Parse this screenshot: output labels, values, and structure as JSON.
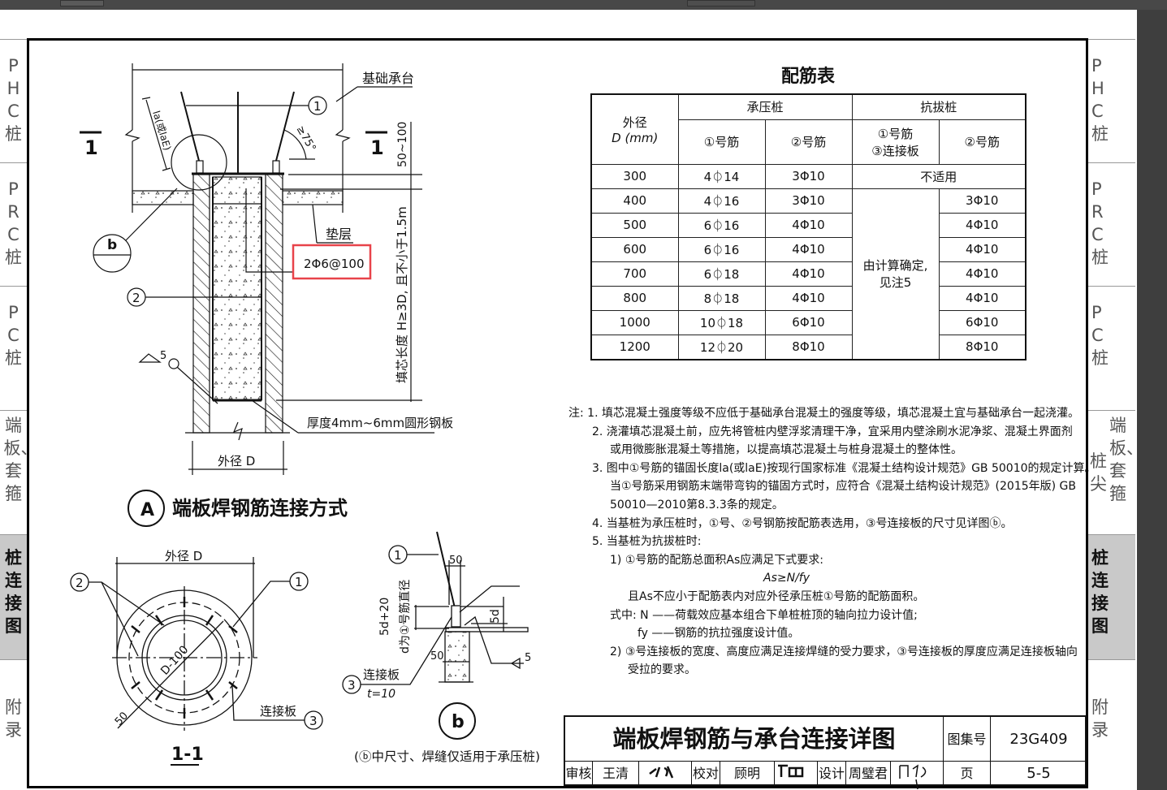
{
  "side_tabs": {
    "left": [
      {
        "label": "PHC桩"
      },
      {
        "label": "PRC桩"
      },
      {
        "label": "PC桩"
      },
      {
        "label": "端板、套箍"
      },
      {
        "label": "桩连接图",
        "active": true
      },
      {
        "label": "附录"
      }
    ],
    "right": [
      {
        "label": "PHC桩"
      },
      {
        "label": "PRC桩"
      },
      {
        "label": "PC桩"
      },
      {
        "label_a": "桩尖",
        "label_b": "端板、套箍"
      },
      {
        "label": "桩连接图",
        "active": true
      },
      {
        "label": "附录"
      }
    ]
  },
  "detail_a": {
    "cap_label": "基础承台",
    "anchor_label": "la(或laE)",
    "angle_label": "≥75°",
    "section_mark": "1",
    "dim_top": "50~100",
    "dim_fill": "填芯长度 H≥3D, 且不小于1.5m",
    "cushion_label": "垫层",
    "stirrup_label": "2Φ6@100",
    "plate_label": "厚度4mm~6mm圆形钢板",
    "outer_dia": "外径 D",
    "weld_label": "5",
    "callout_b": "b",
    "callout_1": "1",
    "callout_2": "2",
    "title_marker": "A",
    "title": "端板焊钢筋连接方式"
  },
  "section_11": {
    "outer_dia": "外径 D",
    "inner_dim": "D-100",
    "edge_dim": "50",
    "plate_label": "连接板",
    "callout_1": "1",
    "callout_2": "2",
    "callout_3": "3",
    "title": "1-1"
  },
  "detail_b": {
    "callout_1": "1",
    "dim_50_top": "50",
    "dim_5d20": "5d+20",
    "dim_note": "d为①号筋直径",
    "dim_5d": "5d",
    "dim_50_side": "50",
    "weld": "5",
    "plate_label": "连接板",
    "plate_t": "t=10",
    "callout_3": "3",
    "marker": "b",
    "caption": "(ⓑ中尺寸、焊缝仅适用于承压桩)"
  },
  "rebar_table": {
    "title": "配筋表",
    "headers": {
      "dia": "外径",
      "dia_unit": "D (mm)",
      "compression": "承压桩",
      "tension": "抗拔桩",
      "bar1": "①号筋",
      "bar2": "②号筋",
      "bar1_plate_a": "①号筋",
      "bar1_plate_b": "③连接板"
    },
    "not_applicable": "不适用",
    "by_calc": "由计算确定,",
    "by_calc_b": "见注5",
    "rows": [
      {
        "d": "300",
        "c1": "4⏀14",
        "c2": "3Φ10",
        "t2": ""
      },
      {
        "d": "400",
        "c1": "4⏀16",
        "c2": "3Φ10",
        "t2": "3Φ10"
      },
      {
        "d": "500",
        "c1": "6⏀16",
        "c2": "4Φ10",
        "t2": "4Φ10"
      },
      {
        "d": "600",
        "c1": "6⏀16",
        "c2": "4Φ10",
        "t2": "4Φ10"
      },
      {
        "d": "700",
        "c1": "6⏀18",
        "c2": "4Φ10",
        "t2": "4Φ10"
      },
      {
        "d": "800",
        "c1": "8⏀18",
        "c2": "4Φ10",
        "t2": "4Φ10"
      },
      {
        "d": "1000",
        "c1": "10⏀18",
        "c2": "6Φ10",
        "t2": "6Φ10"
      },
      {
        "d": "1200",
        "c1": "12⏀20",
        "c2": "8Φ10",
        "t2": "8Φ10"
      }
    ]
  },
  "notes": {
    "lines": [
      "注: 1. 填芯混凝土强度等级不应低于基础承台混凝土的强度等级，填芯混凝土宜与基础承台一起浇灌。",
      "2. 浇灌填芯混凝土前，应先将管桩内壁浮浆清理干净，宜采用内壁涂刷水泥净浆、混凝土界面剂",
      "或用微膨胀混凝土等措施，以提高填芯混凝土与桩身混凝土的整体性。",
      "3. 图中①号筋的锚固长度la(或laE)按现行国家标准《混凝土结构设计规范》GB 50010的规定计算。",
      "当①号筋采用钢筋末端带弯钩的锚固方式时，应符合《混凝土结构设计规范》(2015年版) GB",
      "50010—2010第8.3.3条的规定。",
      "4. 当基桩为承压桩时，①号、②号钢筋按配筋表选用，③号连接板的尺寸见详图ⓑ。",
      "5. 当基桩为抗拔桩时:",
      "1) ①号筋的配筋总面积As应满足下式要求:",
      "As≥N/fy",
      "且As不应小于配筋表内对应外径承压桩①号筋的配筋面积。",
      "式中: N ——荷载效应基本组合下单桩桩顶的轴向拉力设计值;",
      "fy ——钢筋的抗拉强度设计值。",
      "2) ③号连接板的宽度、高度应满足连接焊缝的受力要求，③号连接板的厚度应满足连接板轴向",
      "受拉的要求。"
    ]
  },
  "title_block": {
    "title": "端板焊钢筋与承台连接详图",
    "atlas_label": "图集号",
    "atlas_no": "23G409",
    "review_label": "审核",
    "reviewer": "王清",
    "reviewer_sig": "王清",
    "check_label": "校对",
    "checker": "顾明",
    "checker_sig": "顾明",
    "design_label": "设计",
    "designer": "周璧君",
    "designer_sig": "周璧君",
    "page_label": "页",
    "page_no": "5-5"
  },
  "colors": {
    "highlight_box": "#e8434a",
    "active_tab": "#c9c9c9",
    "viewer_dark": "#3e3e3e"
  }
}
